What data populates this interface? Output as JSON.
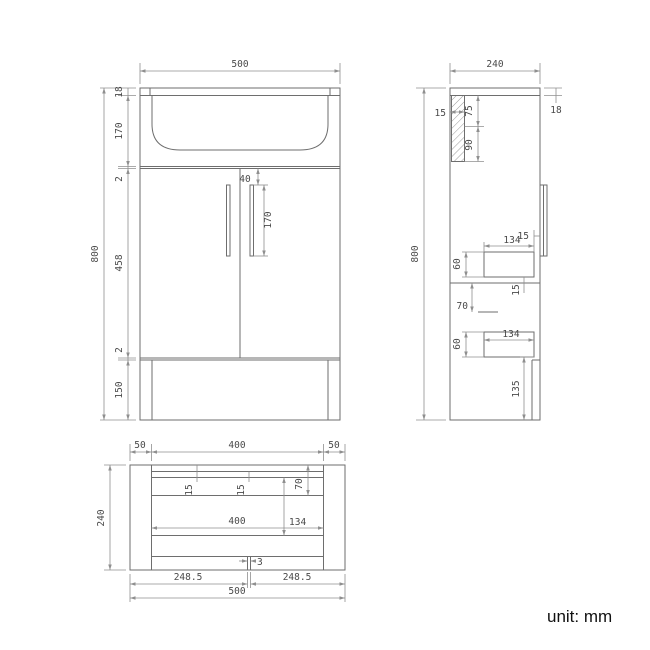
{
  "unit_label": "unit: mm",
  "colors": {
    "geometry_line": "#6e6e6e",
    "dimension_line": "#8f8f8f",
    "text": "#4a4a4a"
  },
  "front": {
    "total_width": "500",
    "total_height": "800",
    "worktop_thickness": "18",
    "basin_panel_height": "170",
    "gap_top": "2",
    "door_height": "458",
    "gap_bottom": "2",
    "plinth_height": "150",
    "handle_top_offset": "40",
    "handle_length": "170"
  },
  "side": {
    "total_depth": "240",
    "total_height": "800",
    "worktop_thickness": "18",
    "back_inset": "15",
    "basin_depth_a": "75",
    "basin_depth_b": "90",
    "rail_front_gap": "15",
    "rail_length_upper": "134",
    "rail_height_upper": "60",
    "rail_gap_upper": "15",
    "rail_offset_lower": "70",
    "rail_length_lower": "134",
    "rail_height_lower": "60",
    "bottom_clearance": "135"
  },
  "plan": {
    "side_overhang_left": "50",
    "cabinet_width": "400",
    "side_overhang_right": "50",
    "total_depth": "240",
    "panel_inset_a": "15",
    "panel_inset_b": "15",
    "front_offset": "70",
    "inner_width": "400",
    "inner_depth": "134",
    "door_gap": "3",
    "door_width_left": "248.5",
    "door_width_right": "248.5",
    "total_width": "500"
  }
}
